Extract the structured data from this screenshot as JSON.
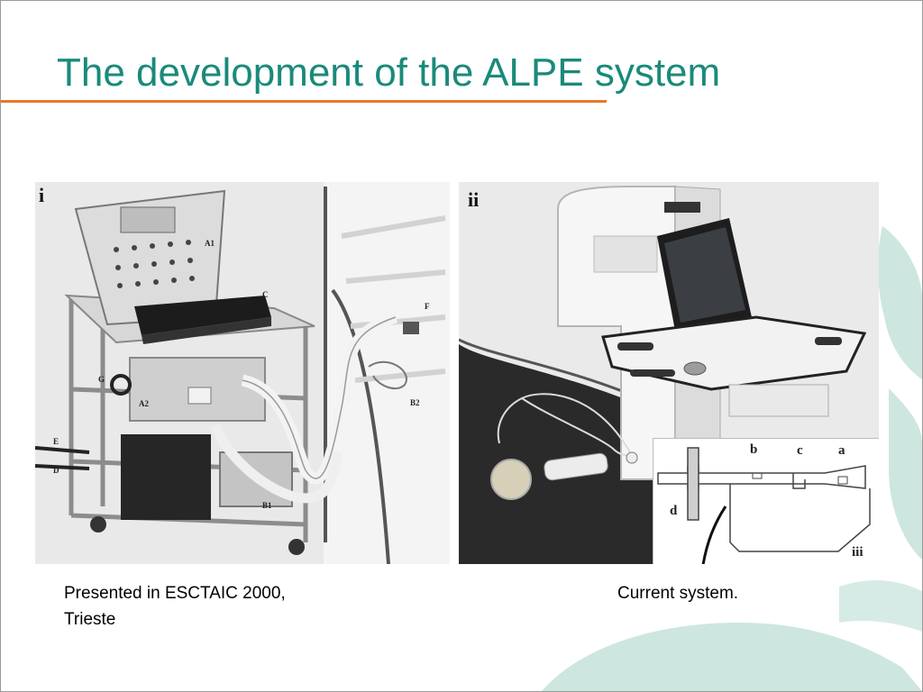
{
  "slide": {
    "title": "The development of the ALPE system",
    "colors": {
      "title": "#1a8a7a",
      "title_rule": "#e8782a",
      "watermark": "#cde6e0",
      "photo_bg": "#e6e6e6"
    }
  },
  "figure": {
    "panel_i": {
      "label": "i",
      "parts": {
        "a1": "A1",
        "a2": "A2",
        "b1": "B1",
        "b2": "B2",
        "c": "C",
        "d": "D",
        "e": "E",
        "f": "F",
        "g": "G"
      }
    },
    "panel_ii": {
      "label": "ii"
    },
    "panel_iii": {
      "label": "iii",
      "parts": {
        "a": "a",
        "b": "b",
        "c": "c",
        "d": "d"
      }
    }
  },
  "captions": {
    "left_line1": "Presented in ESCTAIC 2000,",
    "left_line2": "Trieste",
    "right": "Current system."
  }
}
